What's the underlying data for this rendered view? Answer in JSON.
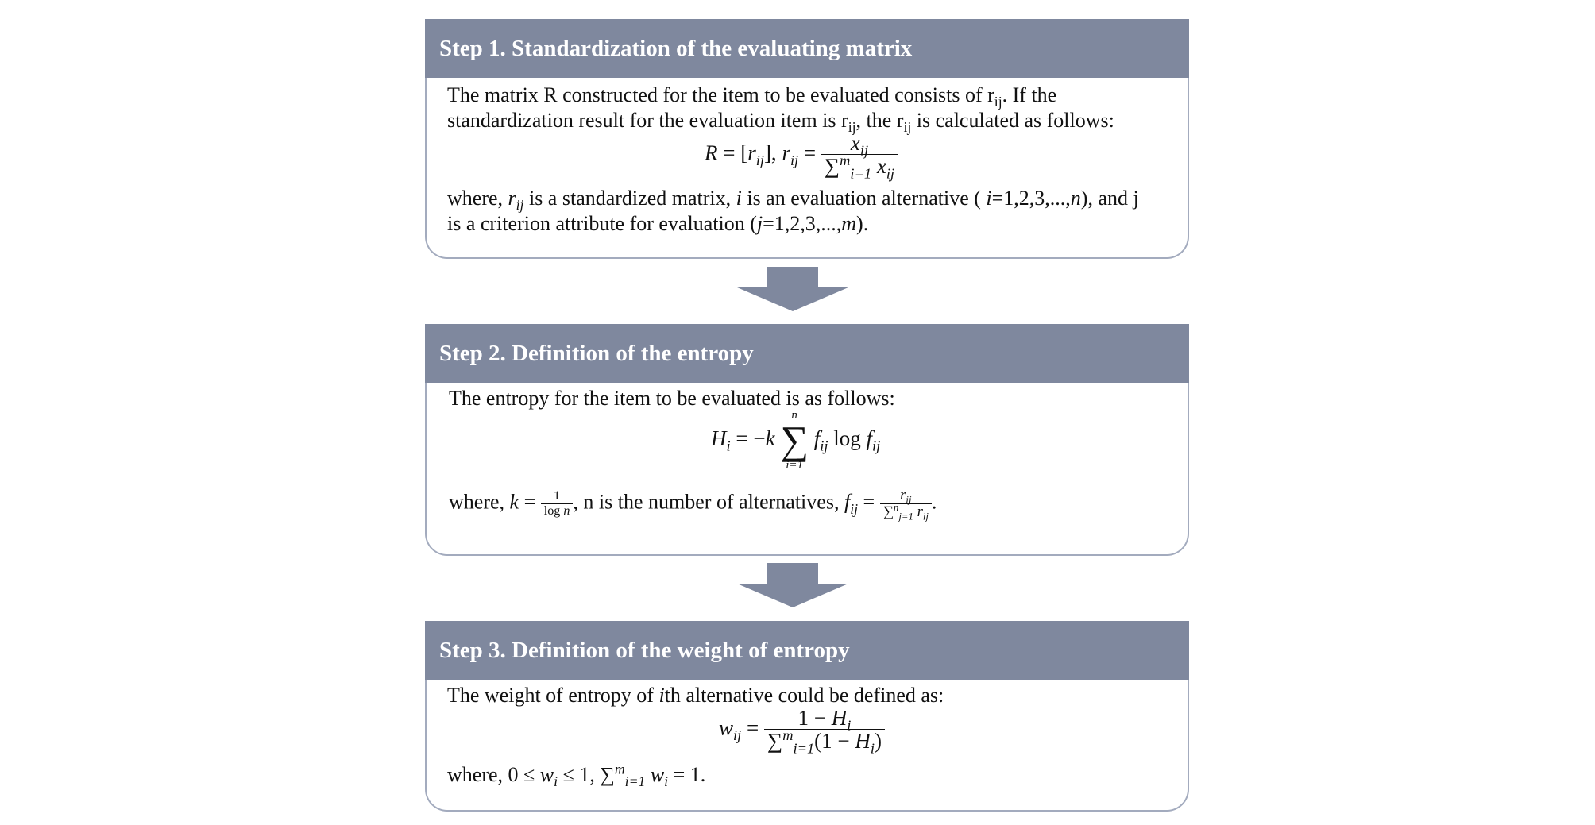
{
  "steps": [
    {
      "title": "Step 1. Standardization  of the evaluating matrix",
      "text_line1": "The matrix R constructed for the item to be evaluated consists of r",
      "text_line1_sub": "ij",
      "text_line1_end": ". If the",
      "text_line2_a": "standardization result for the evaluation item is r",
      "text_line2_sub1": "ij",
      "text_line2_b": ", the r",
      "text_line2_sub2": "ij",
      "text_line2_c": " is calculated as follows:",
      "where_line1_a": "where, ",
      "where_line1_b": " is a standardized matrix, ",
      "where_line1_c": " is an evaluation alternative ( ",
      "where_line1_d": "=1,2,3,...,",
      "where_line1_e": "), and j",
      "where_line2_a": "is a criterion attribute for evaluation (",
      "where_line2_b": "=1,2,3,...,",
      "where_line2_c": ")."
    },
    {
      "title": "Step 2. Definition of the entropy",
      "text_line1": "The entropy for the item to be evaluated is as follows:",
      "where_a": "where, ",
      "where_b": ", n is the number of alternatives, ",
      "where_c": "."
    },
    {
      "title": "Step 3. Definition of the weight of entropy",
      "text_line1_a": "The weight of entropy of ",
      "text_line1_b": "th alternative could be defined as:",
      "where_a": "where, 0 ≤ ",
      "where_b": " ≤ 1, ",
      "where_c": " = 1."
    }
  ],
  "arrow_color": "#7f889e",
  "header_color": "#7f889e",
  "border_color": "#a3abbe"
}
